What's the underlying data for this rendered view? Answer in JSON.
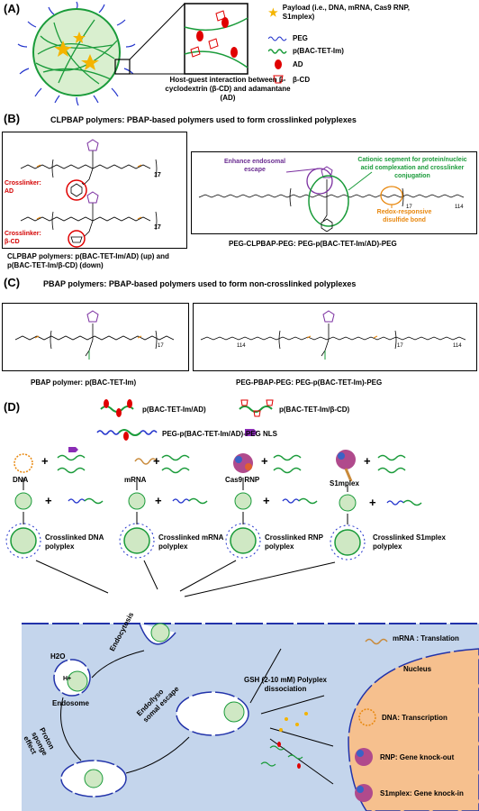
{
  "panelA": {
    "label": "(A)",
    "legend": [
      {
        "icon": "star-icon",
        "text": "Payload (i.e., DNA, mRNA, Cas9 RNP, S1mplex)"
      },
      {
        "icon": "peg-wave-icon",
        "text": "PEG"
      },
      {
        "icon": "green-wave-icon",
        "text": "p(BAC-TET-Im)"
      },
      {
        "icon": "red-oval-icon",
        "text": "AD"
      },
      {
        "icon": "cd-cup-icon",
        "text": "β-CD"
      }
    ],
    "caption": "Host-guest interaction between β-cyclodextrin (β-CD) and adamantane (AD)"
  },
  "panelB": {
    "label": "(B)",
    "title": "CLPBAP polymers: PBAP-based polymers used to form crosslinked polyplexes",
    "left_caption": "CLPBAP polymers: p(BAC-TET-Im/AD) (up) and p(BAC-TET-Im/β-CD) (down)",
    "crosslinker_ad": "Crosslinker: AD",
    "crosslinker_cd": "Crosslinker: β-CD",
    "subscript17": "17",
    "subscript114": "114",
    "ann_escape": "Enhance endosomal escape",
    "ann_cationic": "Cationic segment for protein/nucleic acid complexation and crosslinker conjugation",
    "ann_redox": "Redox-responsive disulfide bond",
    "right_caption": "PEG-CLPBAP-PEG: PEG-p(BAC-TET-Im/AD)-PEG"
  },
  "panelC": {
    "label": "(C)",
    "title": "PBAP polymers: PBAP-based polymers used to form non-crosslinked polyplexes",
    "left_caption": "PBAP polymer: p(BAC-TET-Im)",
    "right_caption": "PEG-PBAP-PEG: PEG-p(BAC-TET-Im)-PEG"
  },
  "panelD": {
    "label": "(D)",
    "legend": [
      {
        "text": "p(BAC-TET-Im/AD)"
      },
      {
        "text": "p(BAC-TET-Im/β-CD)"
      },
      {
        "text": "PEG-p(BAC-TET-Im/AD)-PEG"
      },
      {
        "text": "NLS"
      }
    ],
    "payloads": [
      "DNA",
      "mRNA",
      "Cas9 RNP",
      "S1mplex"
    ],
    "plus": "+",
    "products": [
      "Crosslinked DNA polyplex",
      "Crosslinked mRNA polyplex",
      "Crosslinked RNP polyplex",
      "Crosslinked S1mplex polyplex"
    ],
    "cell": {
      "h2o": "H2O",
      "hplus": "H+",
      "endosome": "Endosome",
      "endocytosis": "Endocytosis",
      "proton_sponge": "Proton sponge effect",
      "endo_escape": "Endo/lyso somal escape",
      "gsh": "GSH (2-10 mM) Polyplex dissociation",
      "nucleus": "Nucleus",
      "outcomes": [
        "mRNA : Translation",
        "DNA: Transcription",
        "RNP: Gene knock-out",
        "S1mplex: Gene knock-in"
      ]
    }
  }
}
